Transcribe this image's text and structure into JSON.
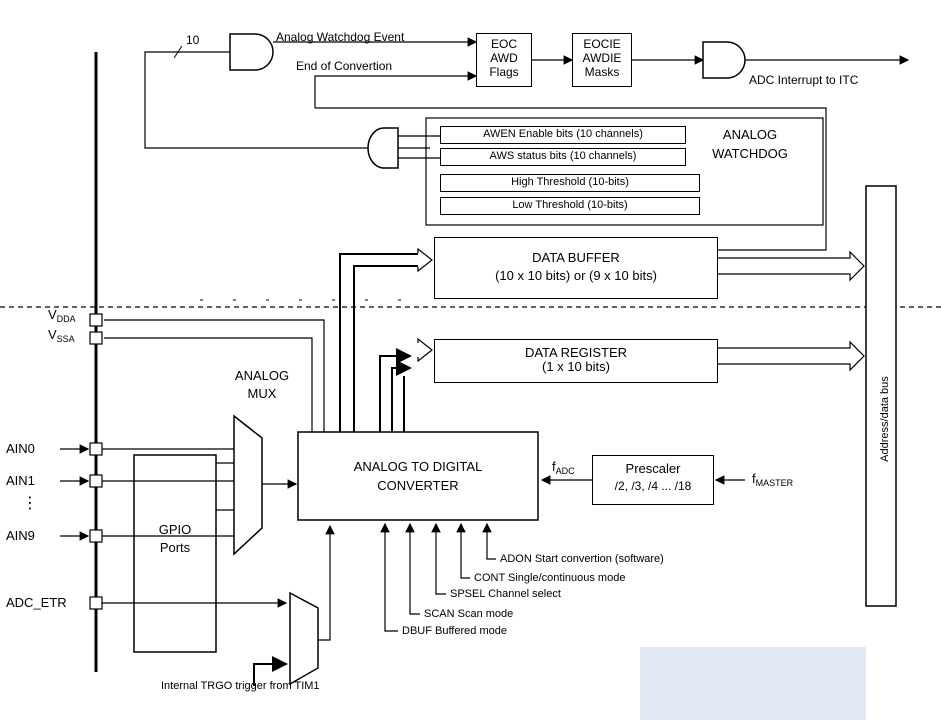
{
  "labels": {
    "bus_width": "10",
    "awd_event": "Analog Watchdog Event",
    "end_conv": "End of Convertion",
    "flags": [
      "EOC",
      "AWD",
      "Flags"
    ],
    "masks": [
      "EOCIE",
      "AWDIE",
      "Masks"
    ],
    "adc_interrupt": "ADC Interrupt to ITC",
    "awen": "AWEN Enable bits (10 channels)",
    "aws": "AWS status bits (10 channels)",
    "high_thr": "High Threshold (10-bits)",
    "low_thr": "Low Threshold (10-bits)",
    "watchdog": [
      "ANALOG",
      "WATCHDOG"
    ],
    "data_buffer": [
      "DATA BUFFER",
      "(10 x 10 bits) or (9 x 10 bits)"
    ],
    "data_register": [
      "DATA REGISTER",
      "(1 x 10 bits)"
    ],
    "vdda": "V",
    "vdda_sub": "DDA",
    "vssa": "V",
    "vssa_sub": "SSA",
    "mux": [
      "ANALOG",
      "MUX"
    ],
    "ain0": "AIN0",
    "ain1": "AIN1",
    "ain9": "AIN9",
    "dots": "⋮",
    "adc_etr": "ADC_ETR",
    "gpio": [
      "GPIO",
      "Ports"
    ],
    "adc": [
      "ANALOG TO DIGITAL",
      "CONVERTER"
    ],
    "fadc": "f",
    "fadc_sub": "ADC",
    "prescaler": [
      "Prescaler",
      "/2, /3, /4 ... /18"
    ],
    "fmaster": "f",
    "fmaster_sub": "MASTER",
    "address_bus": "Address/data bus",
    "adon": "ADON Start convertion (software)",
    "cont": "CONT Single/continuous mode",
    "spsel": "SPSEL Channel select",
    "scan": "SCAN Scan mode",
    "dbuf": "DBUF Buffered mode",
    "trgo": "Internal TRGO trigger from TIM1"
  }
}
